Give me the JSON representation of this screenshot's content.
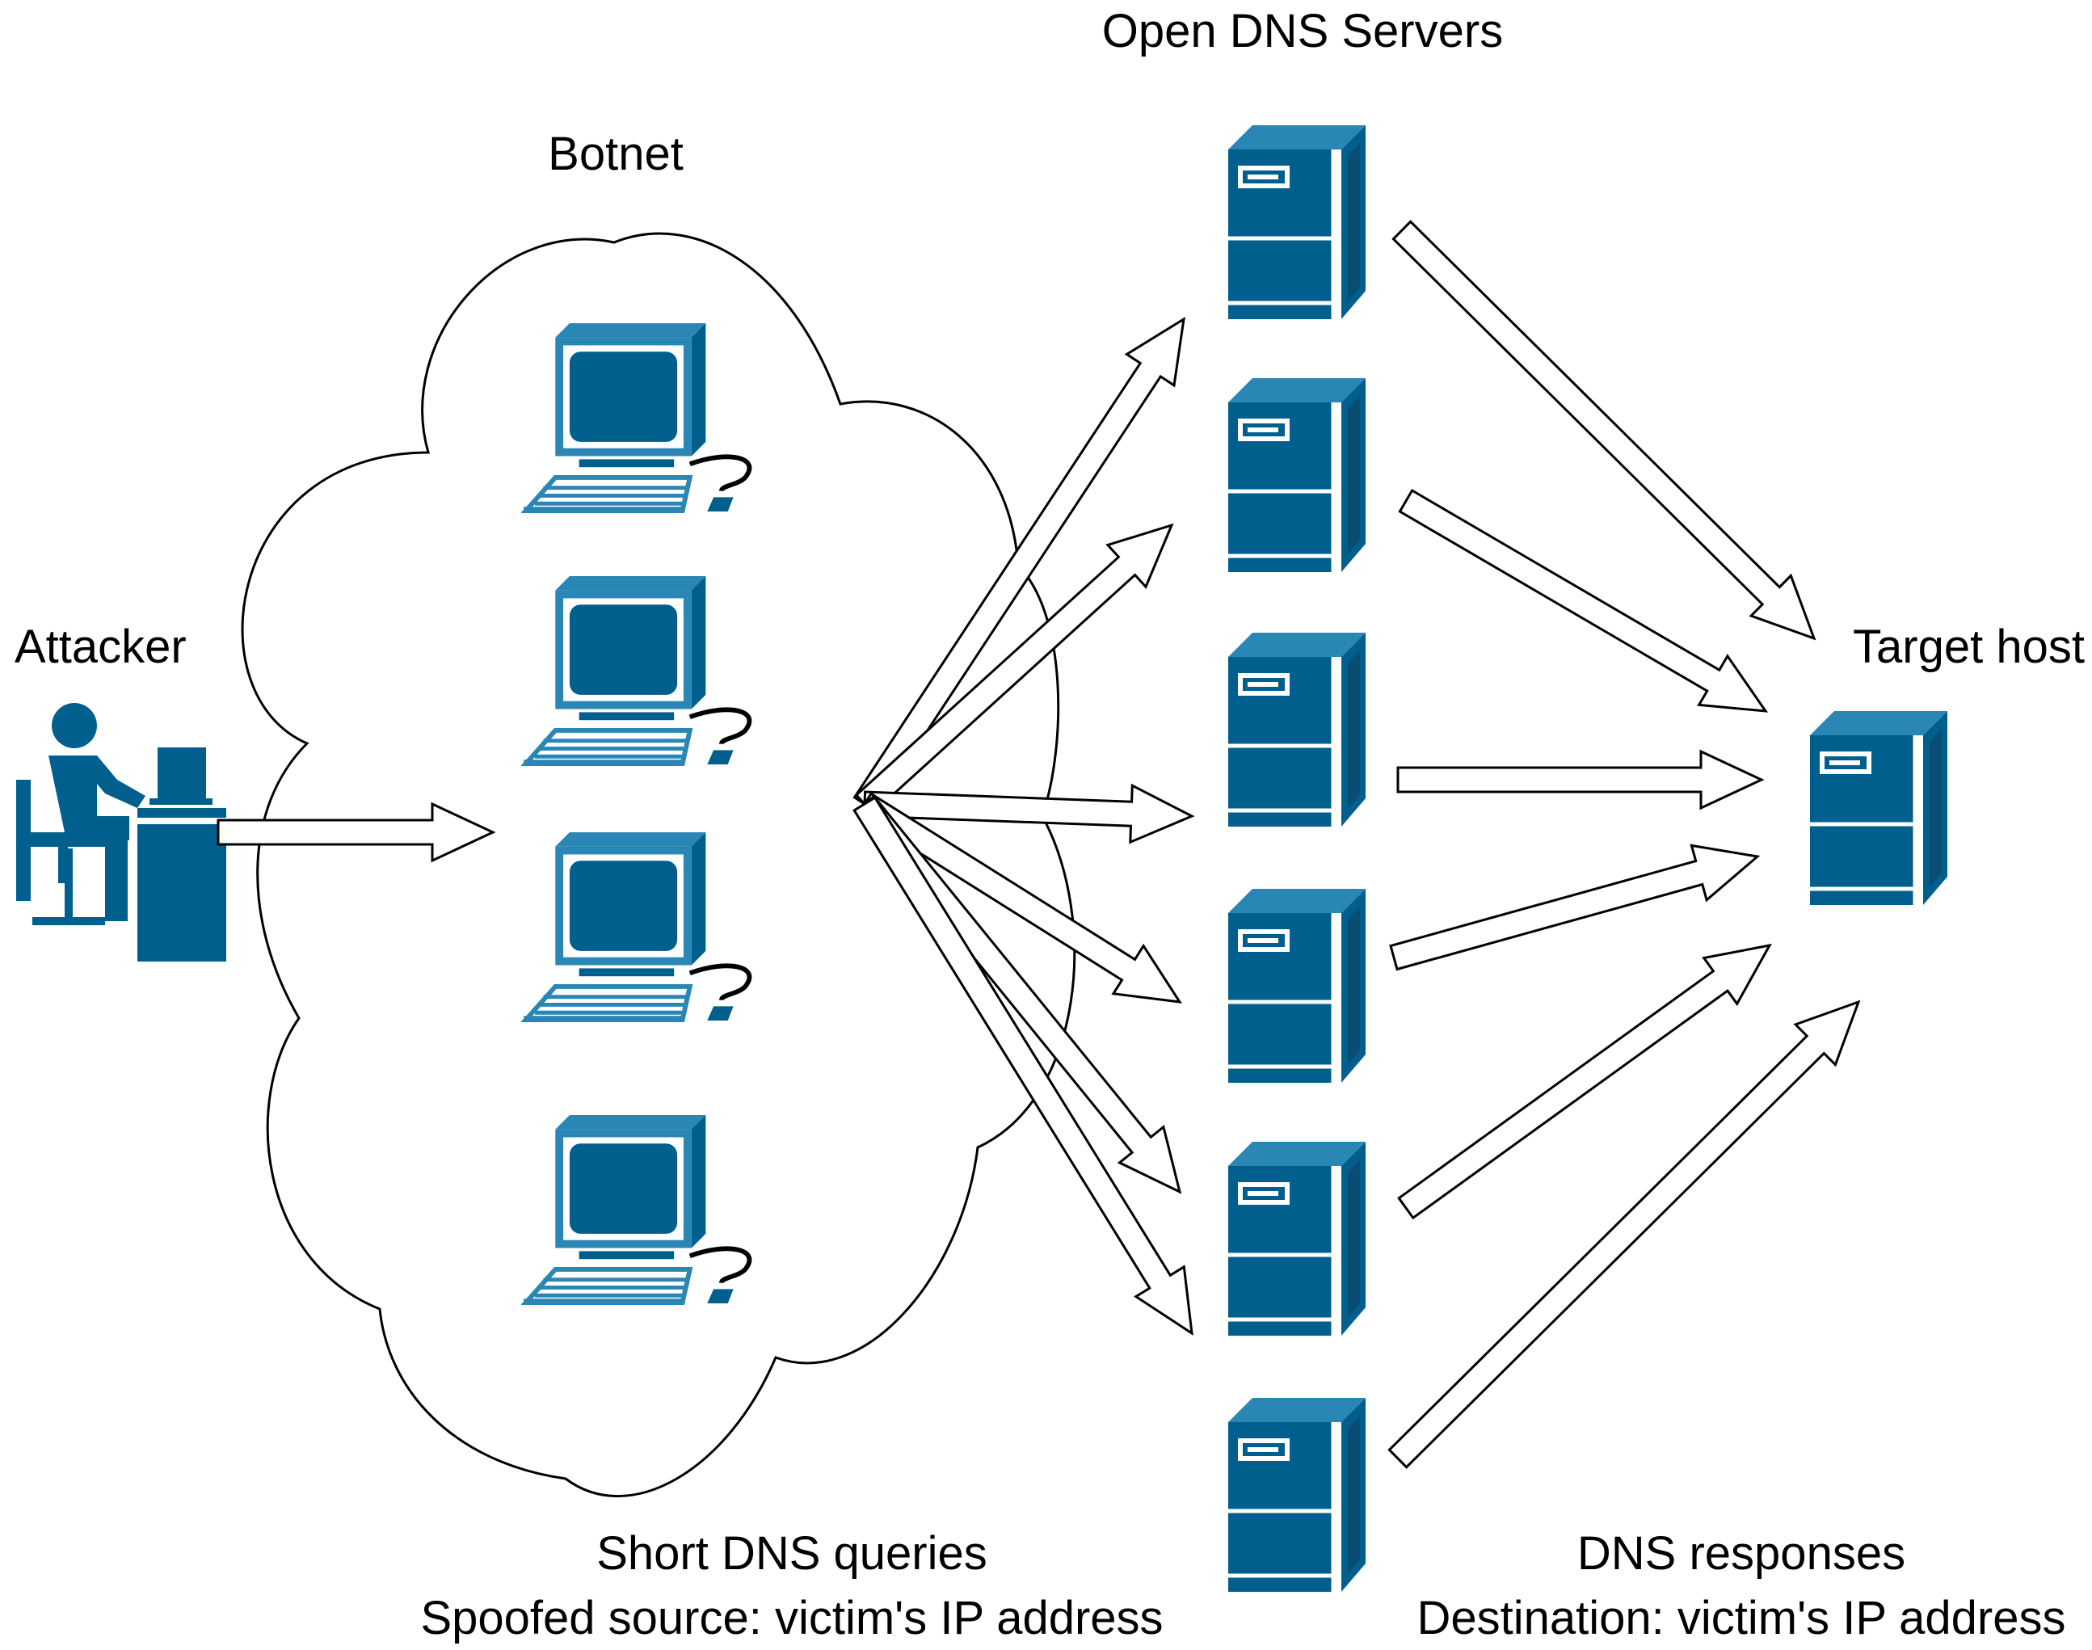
{
  "labels": {
    "open_dns_servers": "Open DNS Servers",
    "botnet": "Botnet",
    "attacker": "Attacker",
    "target_host": "Target host",
    "queries_line1": "Short DNS queries",
    "queries_line2": "Spoofed source: victim's IP address",
    "responses_line1": "DNS responses",
    "responses_line2": "Destination: victim's IP address"
  },
  "colors": {
    "icon": "#005f8d",
    "icon_light": "#2a86b4",
    "outline": "#000000",
    "background": "#ffffff"
  },
  "icons": {
    "attacker": "person-at-desk-icon",
    "bot": "desktop-computer-icon",
    "server": "tower-server-icon"
  }
}
